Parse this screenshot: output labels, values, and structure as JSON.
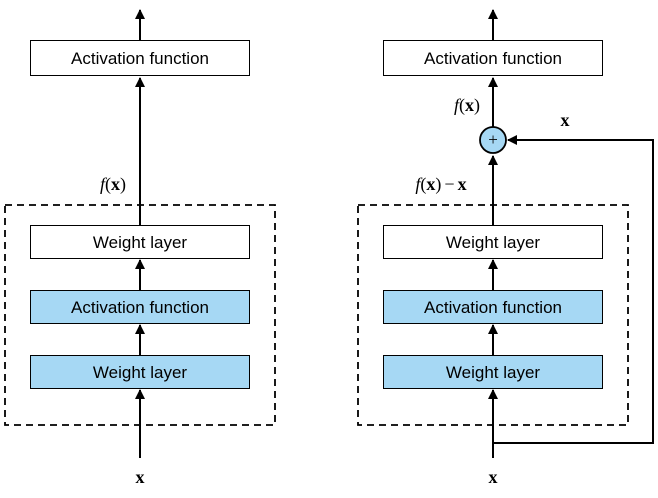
{
  "colors": {
    "block_fill": "#A6D8F4",
    "line": "#000000",
    "background": "#FFFFFF"
  },
  "glyphs": {
    "f": "f",
    "lparen": "(",
    "rparen": ")",
    "x": "x",
    "minus": "−",
    "plus": "+"
  },
  "left": {
    "output_box": "Activation function",
    "layers": [
      "Weight layer",
      "Activation function",
      "Weight layer"
    ],
    "input": "x"
  },
  "right": {
    "output_box": "Activation function",
    "layers": [
      "Weight layer",
      "Activation function",
      "Weight layer"
    ],
    "input": "x",
    "skip_label": "x"
  }
}
